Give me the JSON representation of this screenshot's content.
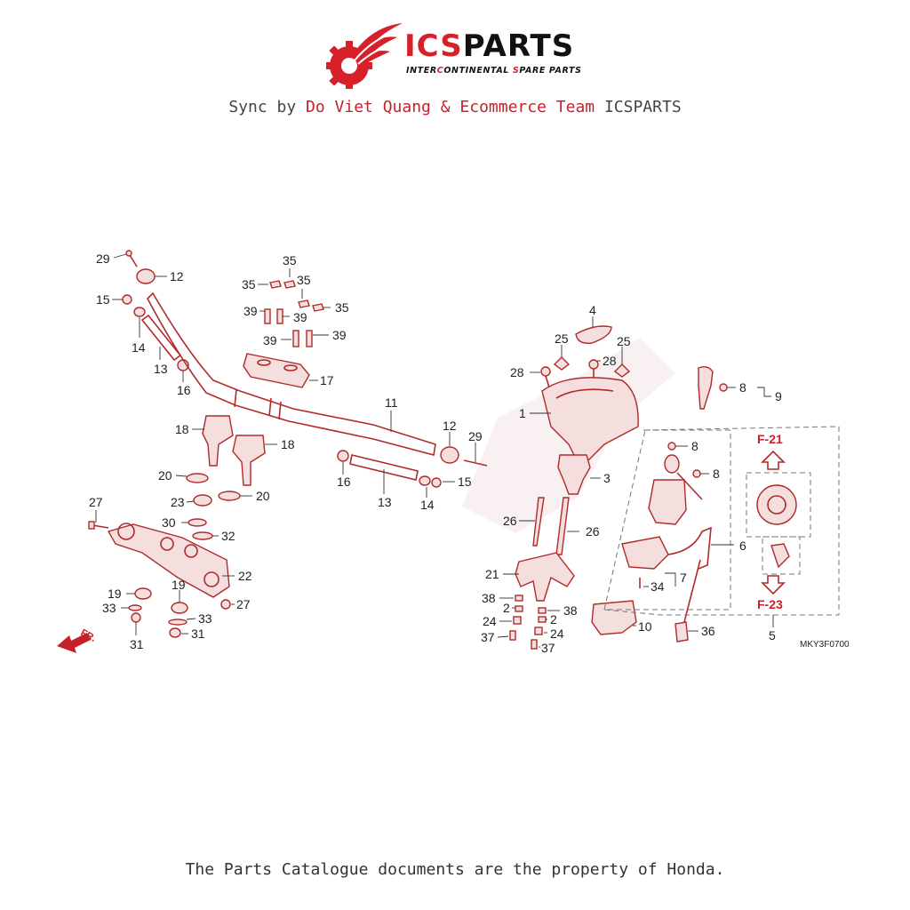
{
  "header": {
    "brand_part1": "ICS",
    "brand_part2": "PARTS",
    "tagline_a": "INTER",
    "tagline_b": "C",
    "tagline_c": "ONTINENTAL ",
    "tagline_d": "S",
    "tagline_e": "PARE PARTS",
    "sync_prefix": "Sync by ",
    "sync_authors": "Do Viet Quang & Ecommerce Team",
    "sync_suffix": " ICSPARTS"
  },
  "diagram": {
    "labels": {
      "l29a": "29",
      "l12a": "12",
      "l15a": "15",
      "l14a": "14",
      "l13a": "13",
      "l16a": "16",
      "l35a": "35",
      "l35b": "35",
      "l35c": "35",
      "l35d": "35",
      "l39a": "39",
      "l39b": "39",
      "l39c": "39",
      "l39d": "39",
      "l17": "17",
      "l11": "11",
      "l18a": "18",
      "l18b": "18",
      "l20a": "20",
      "l20b": "20",
      "l23": "23",
      "l27a": "27",
      "l30": "30",
      "l32": "32",
      "l22": "22",
      "l19a": "19",
      "l19b": "19",
      "l33a": "33",
      "l33b": "33",
      "l31a": "31",
      "l31b": "31",
      "l27b": "27",
      "l16b": "16",
      "l13b": "13",
      "l12b": "12",
      "l29b": "29",
      "l14b": "14",
      "l15b": "15",
      "l4": "4",
      "l25a": "25",
      "l25b": "25",
      "l28a": "28",
      "l28b": "28",
      "l1": "1",
      "l3": "3",
      "l26a": "26",
      "l26b": "26",
      "l21": "21",
      "l38a": "38",
      "l38b": "38",
      "l2a": "2",
      "l2b": "2",
      "l24a": "24",
      "l24b": "24",
      "l37a": "37",
      "l37b": "37",
      "l10": "10",
      "l8a": "8",
      "l8b": "8",
      "l8c": "8",
      "l9": "9",
      "l6": "6",
      "l7": "7",
      "l34": "34",
      "l36": "36",
      "l5": "5",
      "fr": "FR."
    },
    "refs": {
      "f21": "F-21",
      "f23": "F-23"
    },
    "code": "MKY3F0700"
  },
  "footer": {
    "text": "The Parts Catalogue documents are the property of Honda."
  }
}
